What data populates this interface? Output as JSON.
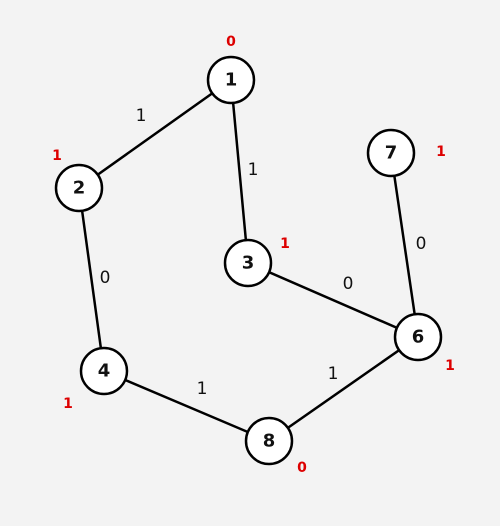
{
  "graph": {
    "nodes": [
      {
        "id": "1",
        "label": "1",
        "value": "0"
      },
      {
        "id": "2",
        "label": "2",
        "value": "1"
      },
      {
        "id": "3",
        "label": "3",
        "value": "1"
      },
      {
        "id": "4",
        "label": "4",
        "value": "1"
      },
      {
        "id": "6",
        "label": "6",
        "value": "1"
      },
      {
        "id": "7",
        "label": "7",
        "value": "1"
      },
      {
        "id": "8",
        "label": "8",
        "value": "0"
      }
    ],
    "edges": [
      {
        "from": "1",
        "to": "2",
        "weight": "1"
      },
      {
        "from": "1",
        "to": "3",
        "weight": "1"
      },
      {
        "from": "2",
        "to": "4",
        "weight": "0"
      },
      {
        "from": "3",
        "to": "6",
        "weight": "0"
      },
      {
        "from": "7",
        "to": "6",
        "weight": "0"
      },
      {
        "from": "6",
        "to": "8",
        "weight": "1"
      },
      {
        "from": "4",
        "to": "8",
        "weight": "1"
      }
    ]
  },
  "colors": {
    "background": "#f3f3f3",
    "stroke": "#000000",
    "node_fill": "#ffffff",
    "value_text": "#dd0000"
  }
}
